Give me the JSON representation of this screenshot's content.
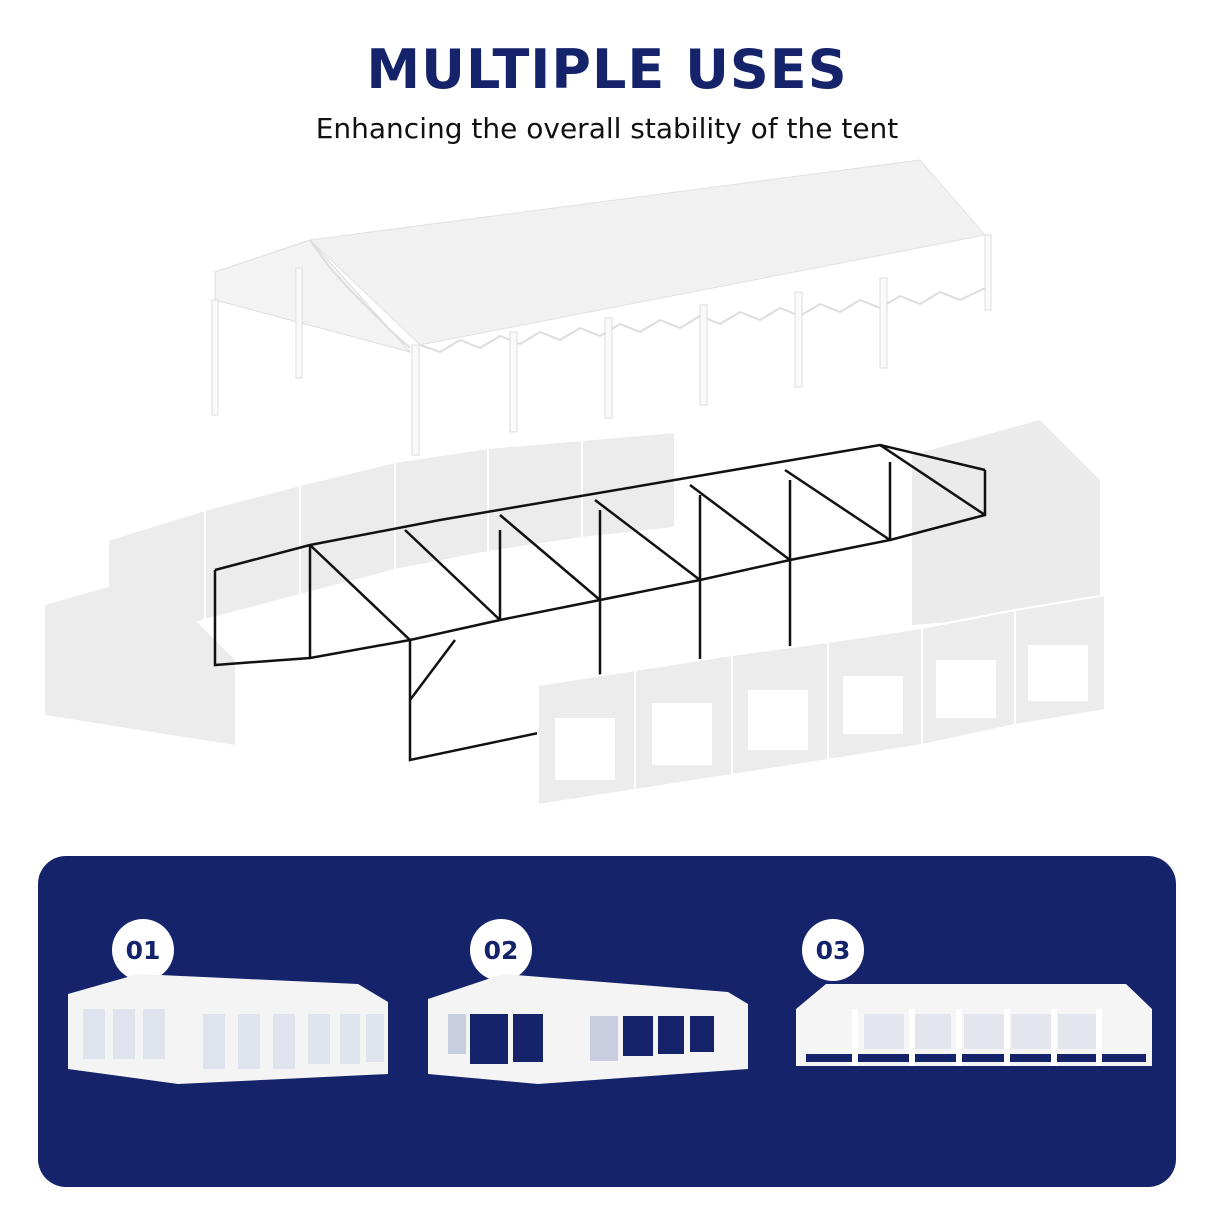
{
  "header": {
    "title": "MULTIPLE USES",
    "subtitle": "Enhancing the overall stability of the tent"
  },
  "illustration": {
    "description": "Exploded view of party tent: roof canopy with scalloped valance on top, black steel frame in middle, gable end walls and window side panels around",
    "components": [
      "roof-canopy",
      "steel-frame",
      "gable-end-wall-left",
      "gable-end-wall-right",
      "window-side-panels-back",
      "window-side-panels-front"
    ]
  },
  "uses": [
    {
      "number": "01",
      "description": "Fully enclosed tent with all window side panels"
    },
    {
      "number": "02",
      "description": "Partially open tent with some side panels removed"
    },
    {
      "number": "03",
      "description": "Open-sided canopy with front panels removed"
    }
  ],
  "colors": {
    "brand_navy": "#15236b",
    "white": "#ffffff",
    "panel_gray": "#e9e9e9"
  }
}
